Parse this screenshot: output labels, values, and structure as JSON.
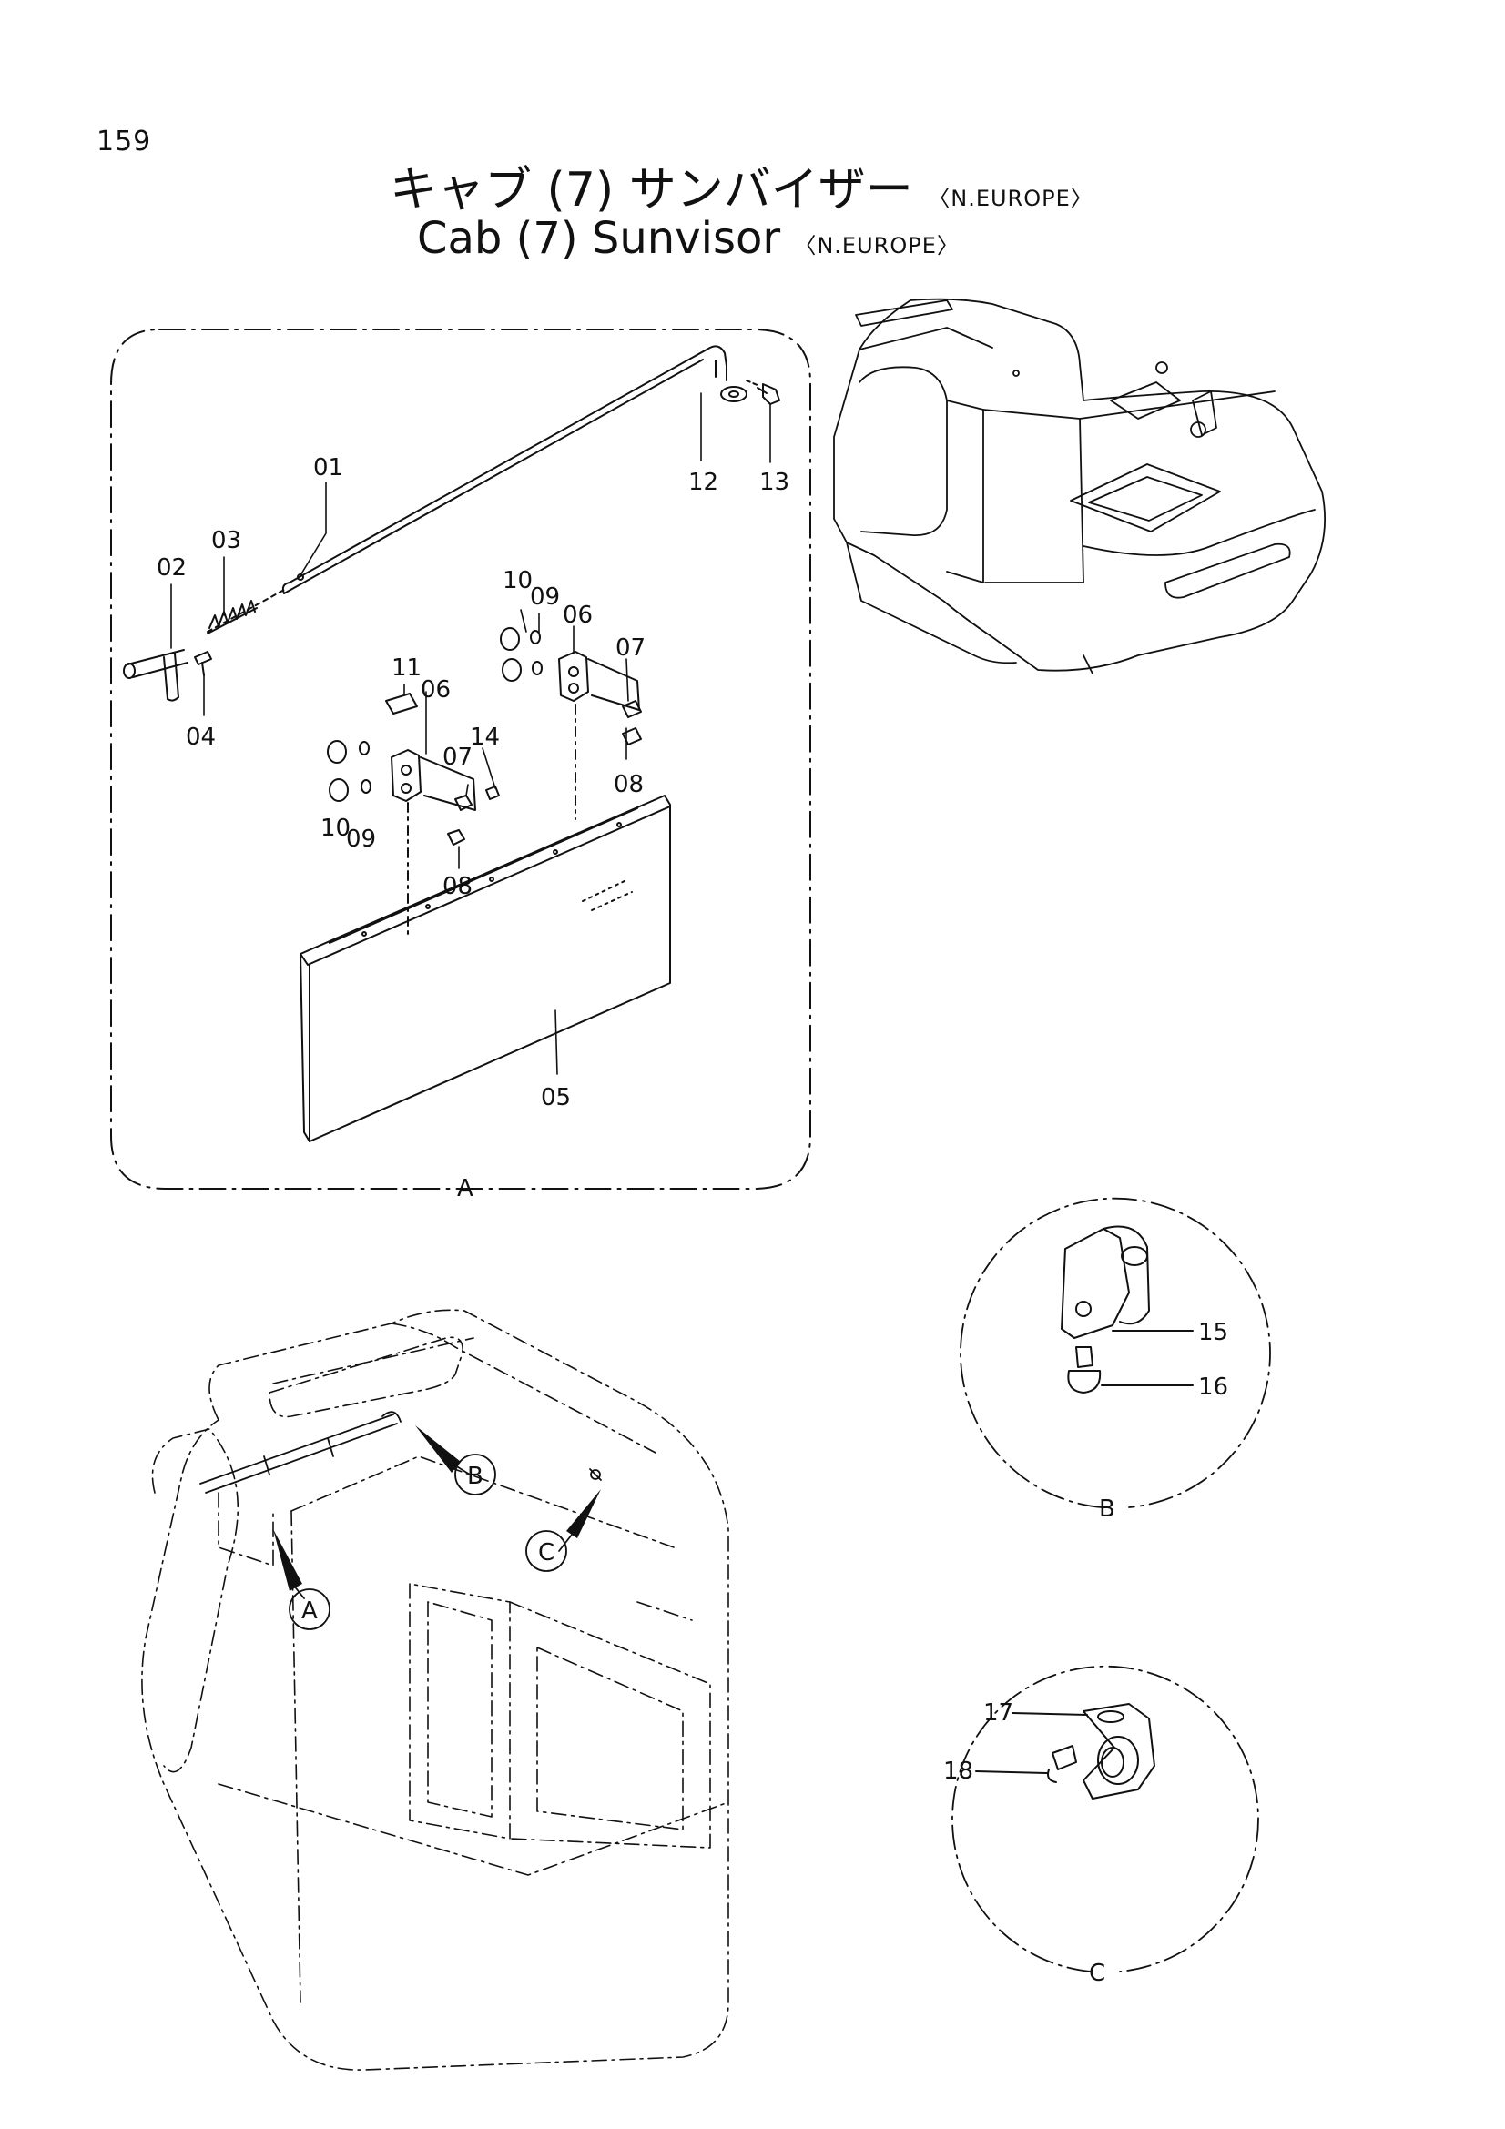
{
  "page": {
    "number": "159",
    "title_jp": "キャブ (7) サンバイザー",
    "title_en": "Cab (7) Sunvisor",
    "region": "〈N.EUROPE〉"
  },
  "parts": {
    "p01": "01",
    "p02": "02",
    "p03": "03",
    "p04": "04",
    "p05": "05",
    "p06a": "06",
    "p06b": "06",
    "p07a": "07",
    "p07b": "07",
    "p08a": "08",
    "p08b": "08",
    "p09a": "09",
    "p09b": "09",
    "p10a": "10",
    "p10b": "10",
    "p11": "11",
    "p12": "12",
    "p13": "13",
    "p14": "14",
    "p15": "15",
    "p16": "16",
    "p17": "17",
    "p18": "18"
  },
  "views": {
    "a": "A",
    "b": "B",
    "c": "C",
    "callout_a": "A",
    "callout_b": "B",
    "callout_c": "C"
  },
  "colors": {
    "ink": "#111111",
    "background": "#ffffff"
  }
}
